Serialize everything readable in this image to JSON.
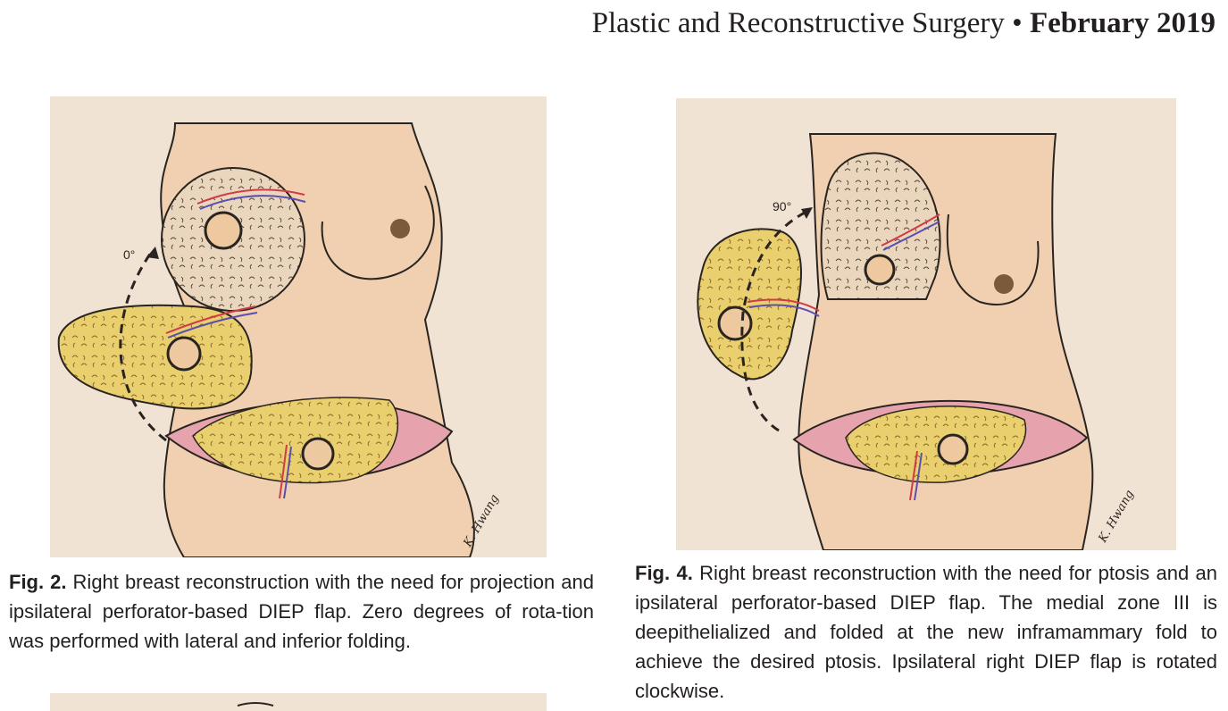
{
  "header": {
    "journal": "Plastic and Reconstructive Surgery",
    "separator": "•",
    "date": "February 2019"
  },
  "figures": [
    {
      "id": "fig2",
      "angle_label": "0°",
      "signature": "K. Hwang",
      "caption_label": "Fig. 2.",
      "caption_text": " Right breast reconstruction with the need for projection and ipsilateral perforator-based DIEP flap. Zero degrees of rota-tion was performed with lateral and inferior folding."
    },
    {
      "id": "fig4",
      "angle_label": "90°",
      "signature": "K. Hwang",
      "caption_label": "Fig. 4.",
      "caption_text": " Right breast reconstruction with the need for ptosis and an ipsilateral perforator-based DIEP flap. The medial zone III is deepithelialized and folded at the new inframammary fold to achieve the desired ptosis. Ipsilateral right DIEP flap is rotated clockwise."
    }
  ],
  "colors": {
    "paper_bg": "#f1e3d3",
    "skin": "#f0d0b0",
    "flap_fat": "#e9cf6e",
    "wound_pink": "#e6a3ad",
    "outline": "#2a2420",
    "artery": "#d23a48",
    "vein": "#5a4fb0"
  }
}
